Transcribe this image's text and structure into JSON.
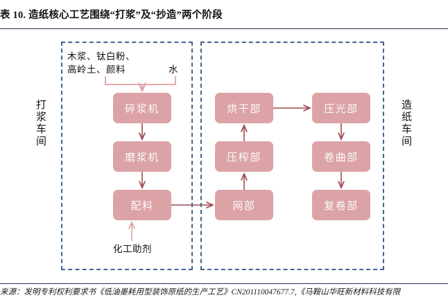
{
  "header": {
    "title": "表 10. 造纸核心工艺围绕“打浆”及“抄造”两个阶段"
  },
  "footer": {
    "source": "来源：发明专利权利要求书《低油墨耗用型装饰原纸的生产工艺》CN201110047677.7,《马鞍山华旺新材料科技有限"
  },
  "colors": {
    "node_fill": "#dca3a6",
    "node_text": "#ffffff",
    "zone_border": "#3f6593",
    "arrow": "#9e4c50",
    "bracket": "#e3aaad",
    "rule": "#20344b"
  },
  "zones": [
    {
      "id": "pulping",
      "label": "打浆车间"
    },
    {
      "id": "papermaking",
      "label": "造纸车间"
    }
  ],
  "inputs": {
    "materials": "木浆、钛白粉、\n高岭土、颜料",
    "materials_line1": "木浆、钛白粉、",
    "materials_line2": "高岭土、颜料",
    "water": "水",
    "additive": "化工助剂"
  },
  "nodes": {
    "pulper": {
      "label": "碎浆机"
    },
    "refiner": {
      "label": "磨浆机"
    },
    "blending": {
      "label": "配料"
    },
    "drying": {
      "label": "烘干部"
    },
    "press": {
      "label": "压榨部"
    },
    "wire": {
      "label": "网部"
    },
    "calender": {
      "label": "压光部"
    },
    "reeling": {
      "label": "卷曲部"
    },
    "rewind": {
      "label": "复卷部"
    }
  },
  "flow": [
    {
      "from": "materials+water",
      "to": "pulper"
    },
    {
      "from": "pulper",
      "to": "refiner"
    },
    {
      "from": "refiner",
      "to": "blending"
    },
    {
      "from": "additive",
      "to": "blending"
    },
    {
      "from": "blending",
      "to": "wire"
    },
    {
      "from": "wire",
      "to": "press"
    },
    {
      "from": "press",
      "to": "drying"
    },
    {
      "from": "drying",
      "to": "calender"
    },
    {
      "from": "calender",
      "to": "reeling"
    },
    {
      "from": "reeling",
      "to": "rewind"
    }
  ]
}
